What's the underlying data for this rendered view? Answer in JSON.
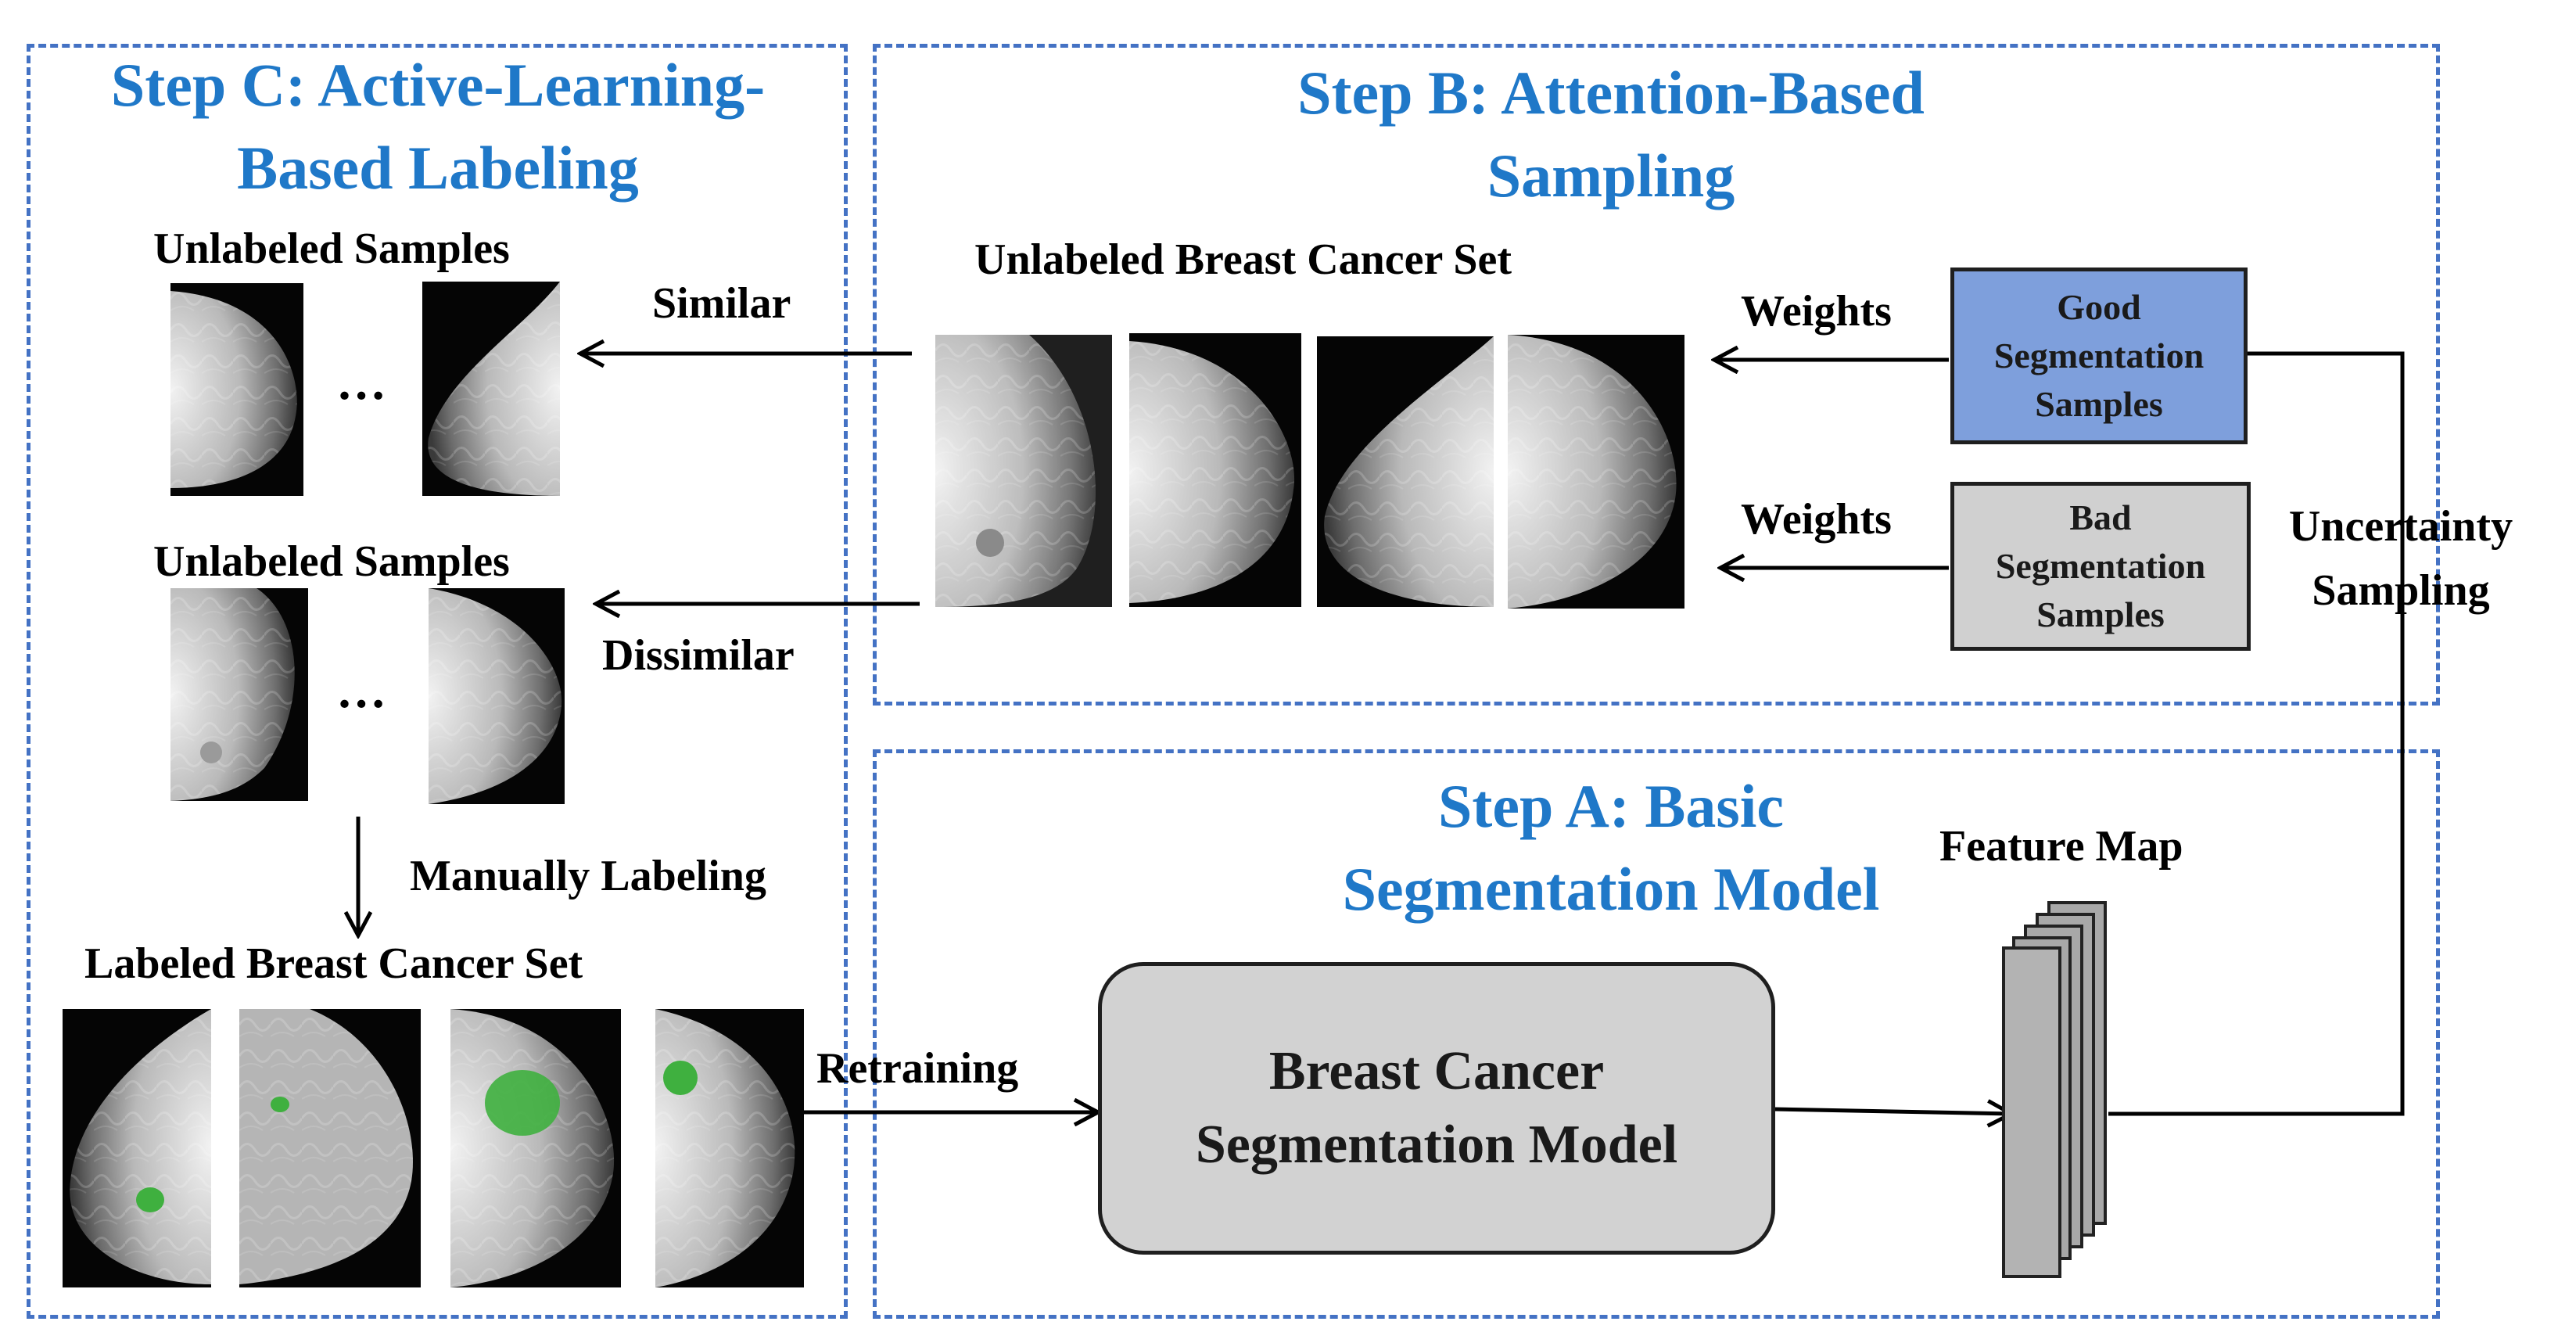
{
  "step_c": {
    "title_line1": "Step C: Active-Learning-",
    "title_line2": "Based Labeling",
    "unlabeled_1": "Unlabeled Samples",
    "unlabeled_2": "Unlabeled Samples",
    "ellipsis_1": "…",
    "ellipsis_2": "…",
    "manual_label": "Manually Labeling",
    "labeled_set": "Labeled Breast Cancer Set"
  },
  "step_b": {
    "title_line1": "Step B: Attention-Based",
    "title_line2": "Sampling",
    "unlabeled_set": "Unlabeled Breast Cancer Set",
    "weights_1": "Weights",
    "weights_2": "Weights",
    "good_box": [
      "Good",
      "Segmentation",
      "Samples"
    ],
    "bad_box": [
      "Bad",
      "Segmentation",
      "Samples"
    ],
    "uncertainty_line1": "Uncertainty",
    "uncertainty_line2": "Sampling"
  },
  "step_a": {
    "title_line1": "Step A: Basic",
    "title_line2": "Segmentation Model",
    "model_line1": "Breast Cancer",
    "model_line2": "Segmentation Model",
    "feature_map": "Feature Map"
  },
  "edges": {
    "similar": "Similar",
    "dissimilar": "Dissimilar",
    "retraining": "Retraining"
  },
  "colors": {
    "panel_border": "#4472c4",
    "title": "#1f78c8",
    "good_box": "#7e9fdc",
    "bad_box": "#d0d0d0",
    "model_box": "#d2d2d2",
    "lesion": "#3fb03f"
  },
  "images": {
    "unlabeled_row1": [
      "mammogram",
      "mammogram"
    ],
    "unlabeled_row2": [
      "mammogram",
      "mammogram"
    ],
    "unlabeled_set": [
      "mammogram",
      "mammogram",
      "mammogram",
      "mammogram"
    ],
    "labeled_set": [
      "mammogram with green lesion mask",
      "mammogram with green lesion mask",
      "mammogram with green lesion mask",
      "mammogram with green lesion mask"
    ]
  }
}
